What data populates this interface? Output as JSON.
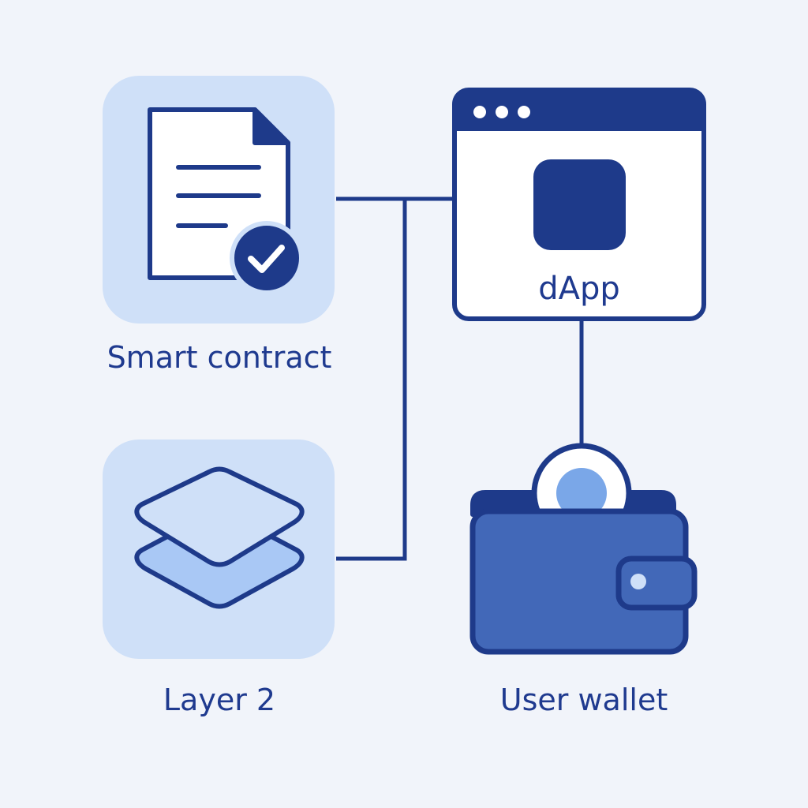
{
  "diagram": {
    "nodes": [
      {
        "id": "smart_contract",
        "label": "Smart contract",
        "icon": "document-check-icon"
      },
      {
        "id": "layer2",
        "label": "Layer 2",
        "icon": "layers-icon"
      },
      {
        "id": "dapp",
        "label": "dApp",
        "icon": "browser-window-icon"
      },
      {
        "id": "wallet",
        "label": "User wallet",
        "icon": "wallet-coin-icon"
      }
    ],
    "edges": [
      {
        "from": "smart_contract",
        "to": "dapp"
      },
      {
        "from": "layer2",
        "to": "dapp"
      },
      {
        "from": "dapp",
        "to": "wallet"
      }
    ]
  },
  "colors": {
    "background": "#f1f4fa",
    "tile": "#cfe0f8",
    "stroke": "#1e3a8a",
    "wallet_body": "#4268b8",
    "layer_light": "#cfe0f8",
    "layer_fill": "#a9c8f5",
    "coin_inner": "#7aa7e8",
    "text": "#1f3a8f"
  }
}
